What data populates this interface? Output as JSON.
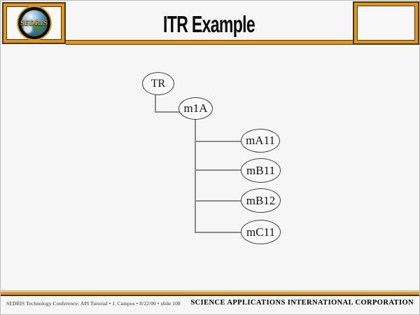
{
  "slide": {
    "title": "ITR Example",
    "logo_text": "SEDRIS",
    "colors": {
      "accent_orange": "#E8920D",
      "border_dark": "#3F3A20",
      "connector_gray": "#8A8A8A",
      "node_stroke": "#3D3D3D"
    }
  },
  "tree": {
    "nodes": [
      {
        "id": "TR",
        "label": "TR",
        "parent": null
      },
      {
        "id": "m1A",
        "label": "m1A",
        "parent": "TR"
      },
      {
        "id": "mA11",
        "label": "mA11",
        "parent": "m1A"
      },
      {
        "id": "mB11",
        "label": "mB11",
        "parent": "m1A"
      },
      {
        "id": "mB12",
        "label": "mB12",
        "parent": "m1A"
      },
      {
        "id": "mC11",
        "label": "mC11",
        "parent": "m1A"
      }
    ]
  },
  "footer": {
    "left": "SEDRIS Technology Conference: API Tutorial • J. Campos • 8/22/00 • slide 108",
    "right": "SCIENCE APPLICATIONS INTERNATIONAL CORPORATION"
  }
}
